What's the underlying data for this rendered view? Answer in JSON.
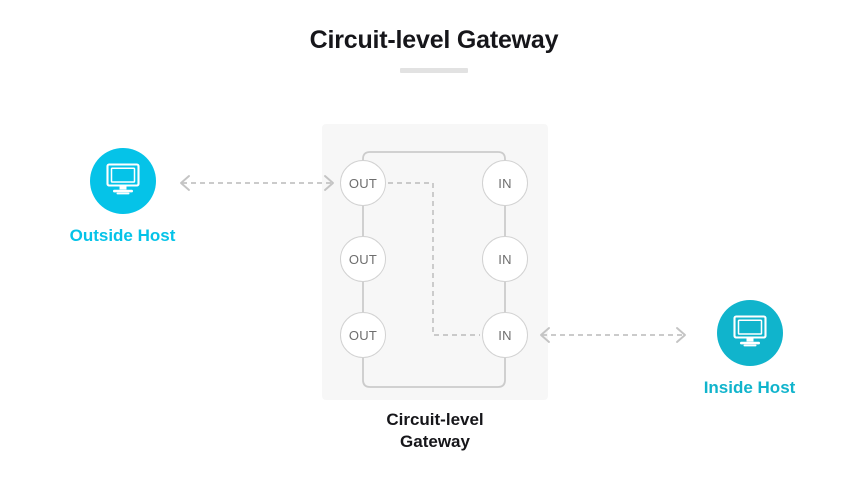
{
  "header": {
    "title": "Circuit-level Gateway"
  },
  "colors": {
    "outside_host": "#05c3e8",
    "inside_host": "#10b4cc",
    "panel_bg": "#f7f7f7",
    "track": "#cccccc",
    "dashed": "#c4c4c4",
    "node_text": "#6e6e6e",
    "title": "#16161a",
    "underline": "#e2e2e2"
  },
  "hosts": {
    "outside": {
      "label": "Outside Host",
      "icon": "desktop-monitor-icon",
      "color": "#05c3e8"
    },
    "inside": {
      "label": "Inside Host",
      "icon": "desktop-monitor-icon",
      "color": "#10b4cc"
    }
  },
  "gateway": {
    "caption_line1": "Circuit-level",
    "caption_line2": "Gateway",
    "out_nodes": [
      {
        "label": "OUT"
      },
      {
        "label": "OUT"
      },
      {
        "label": "OUT"
      }
    ],
    "in_nodes": [
      {
        "label": "IN"
      },
      {
        "label": "IN"
      },
      {
        "label": "IN"
      }
    ]
  },
  "connectors": {
    "left": {
      "name": "outside-host-to-gateway",
      "style": "dashed",
      "arrowheads": "both"
    },
    "right": {
      "name": "gateway-to-inside-host",
      "style": "dashed",
      "arrowheads": "both"
    },
    "internal": {
      "name": "circuit-path",
      "style": "dashed",
      "from": "OUT",
      "to": "IN"
    }
  }
}
